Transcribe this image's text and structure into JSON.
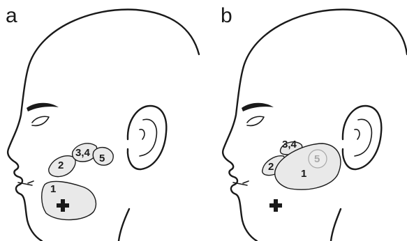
{
  "panels": [
    {
      "letter": "a",
      "zones": [
        "1",
        "2",
        "3,4",
        "5"
      ],
      "marker": "+"
    },
    {
      "letter": "b",
      "zones": [
        "1",
        "2",
        "3,4",
        "5"
      ],
      "marker": "+"
    }
  ],
  "colors": {
    "line": "#1a1a1a",
    "zone_fill": "#e9e9e9",
    "faded_zone_stroke": "#a8a8a8"
  }
}
